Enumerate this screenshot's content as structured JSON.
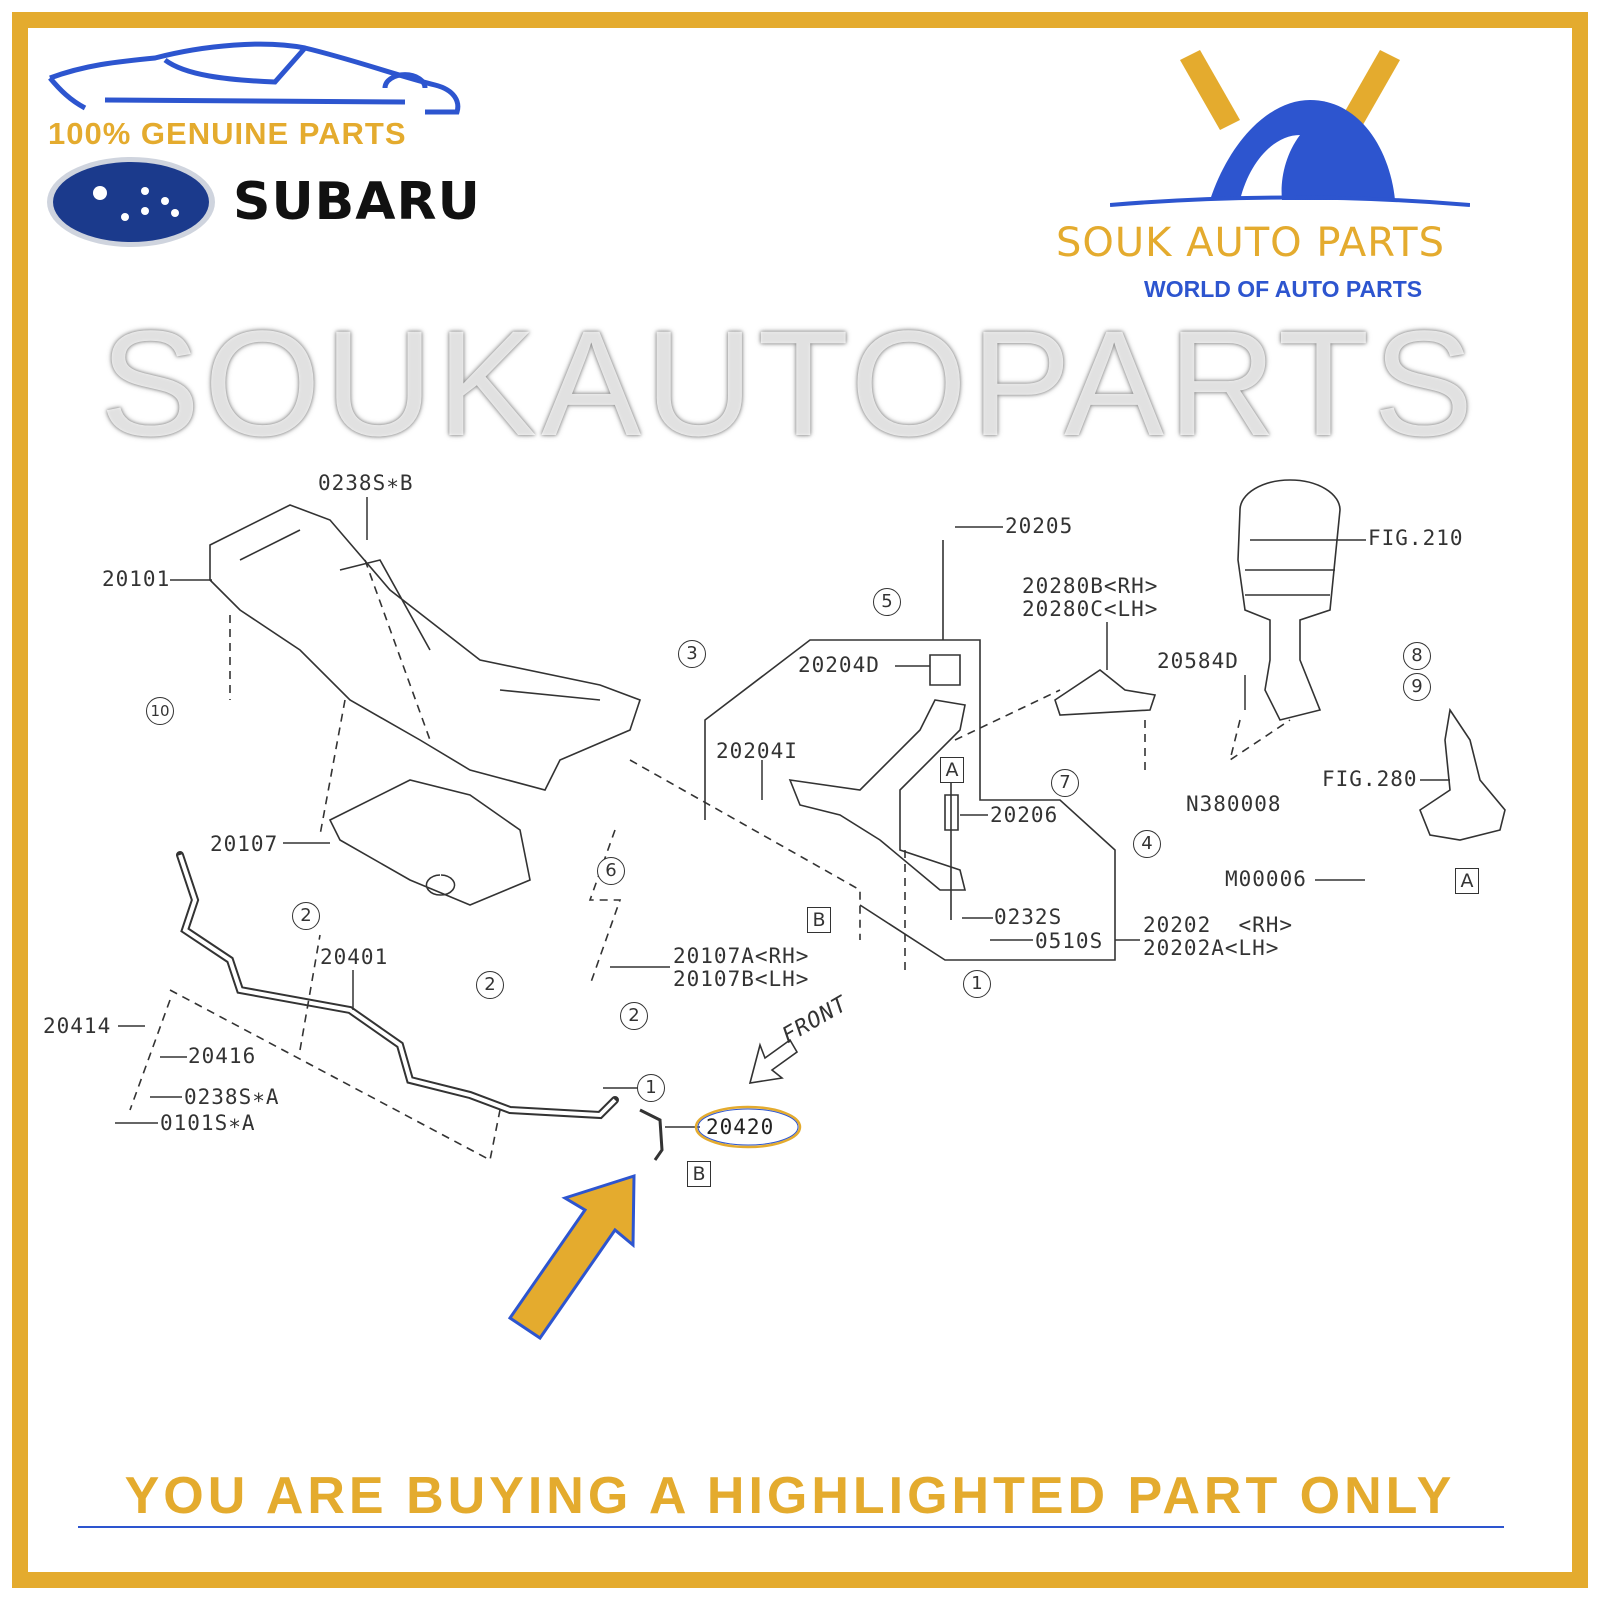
{
  "header": {
    "genuine_text": "100% GENUINE PARTS",
    "brand_name": "SUBARU",
    "seller_name": "SOUK AUTO PARTS",
    "seller_tagline": "WORLD OF AUTO PARTS"
  },
  "watermark": "SOUKAUTOPARTS",
  "diagram": {
    "labels": [
      "0238S∗B",
      "20101",
      "20205",
      "20280B<RH>",
      "20280C<LH>",
      "FIG.210",
      "20584D",
      "20204D",
      "20204I",
      "FIG.280",
      "N380008",
      "20206",
      "M00006",
      "20107",
      "0232S",
      "0510S",
      "20202  <RH>",
      "20202A<LH>",
      "20401",
      "20107A<RH>",
      "20107B<LH>",
      "20414",
      "20416",
      "0238S∗A",
      "0101S∗A",
      "FRONT"
    ],
    "highlighted_part": "20420",
    "callouts": [
      "1",
      "1",
      "2",
      "2",
      "2",
      "3",
      "4",
      "5",
      "6",
      "7",
      "8",
      "9",
      "10"
    ],
    "ref_boxes": [
      "A",
      "A",
      "B",
      "B"
    ]
  },
  "footer": {
    "notice": "YOU ARE BUYING A HIGHLIGHTED PART ONLY"
  },
  "colors": {
    "border": "#E4AB2E",
    "brand_blue": "#2D55CF",
    "highlight": "#E4AB2E"
  }
}
